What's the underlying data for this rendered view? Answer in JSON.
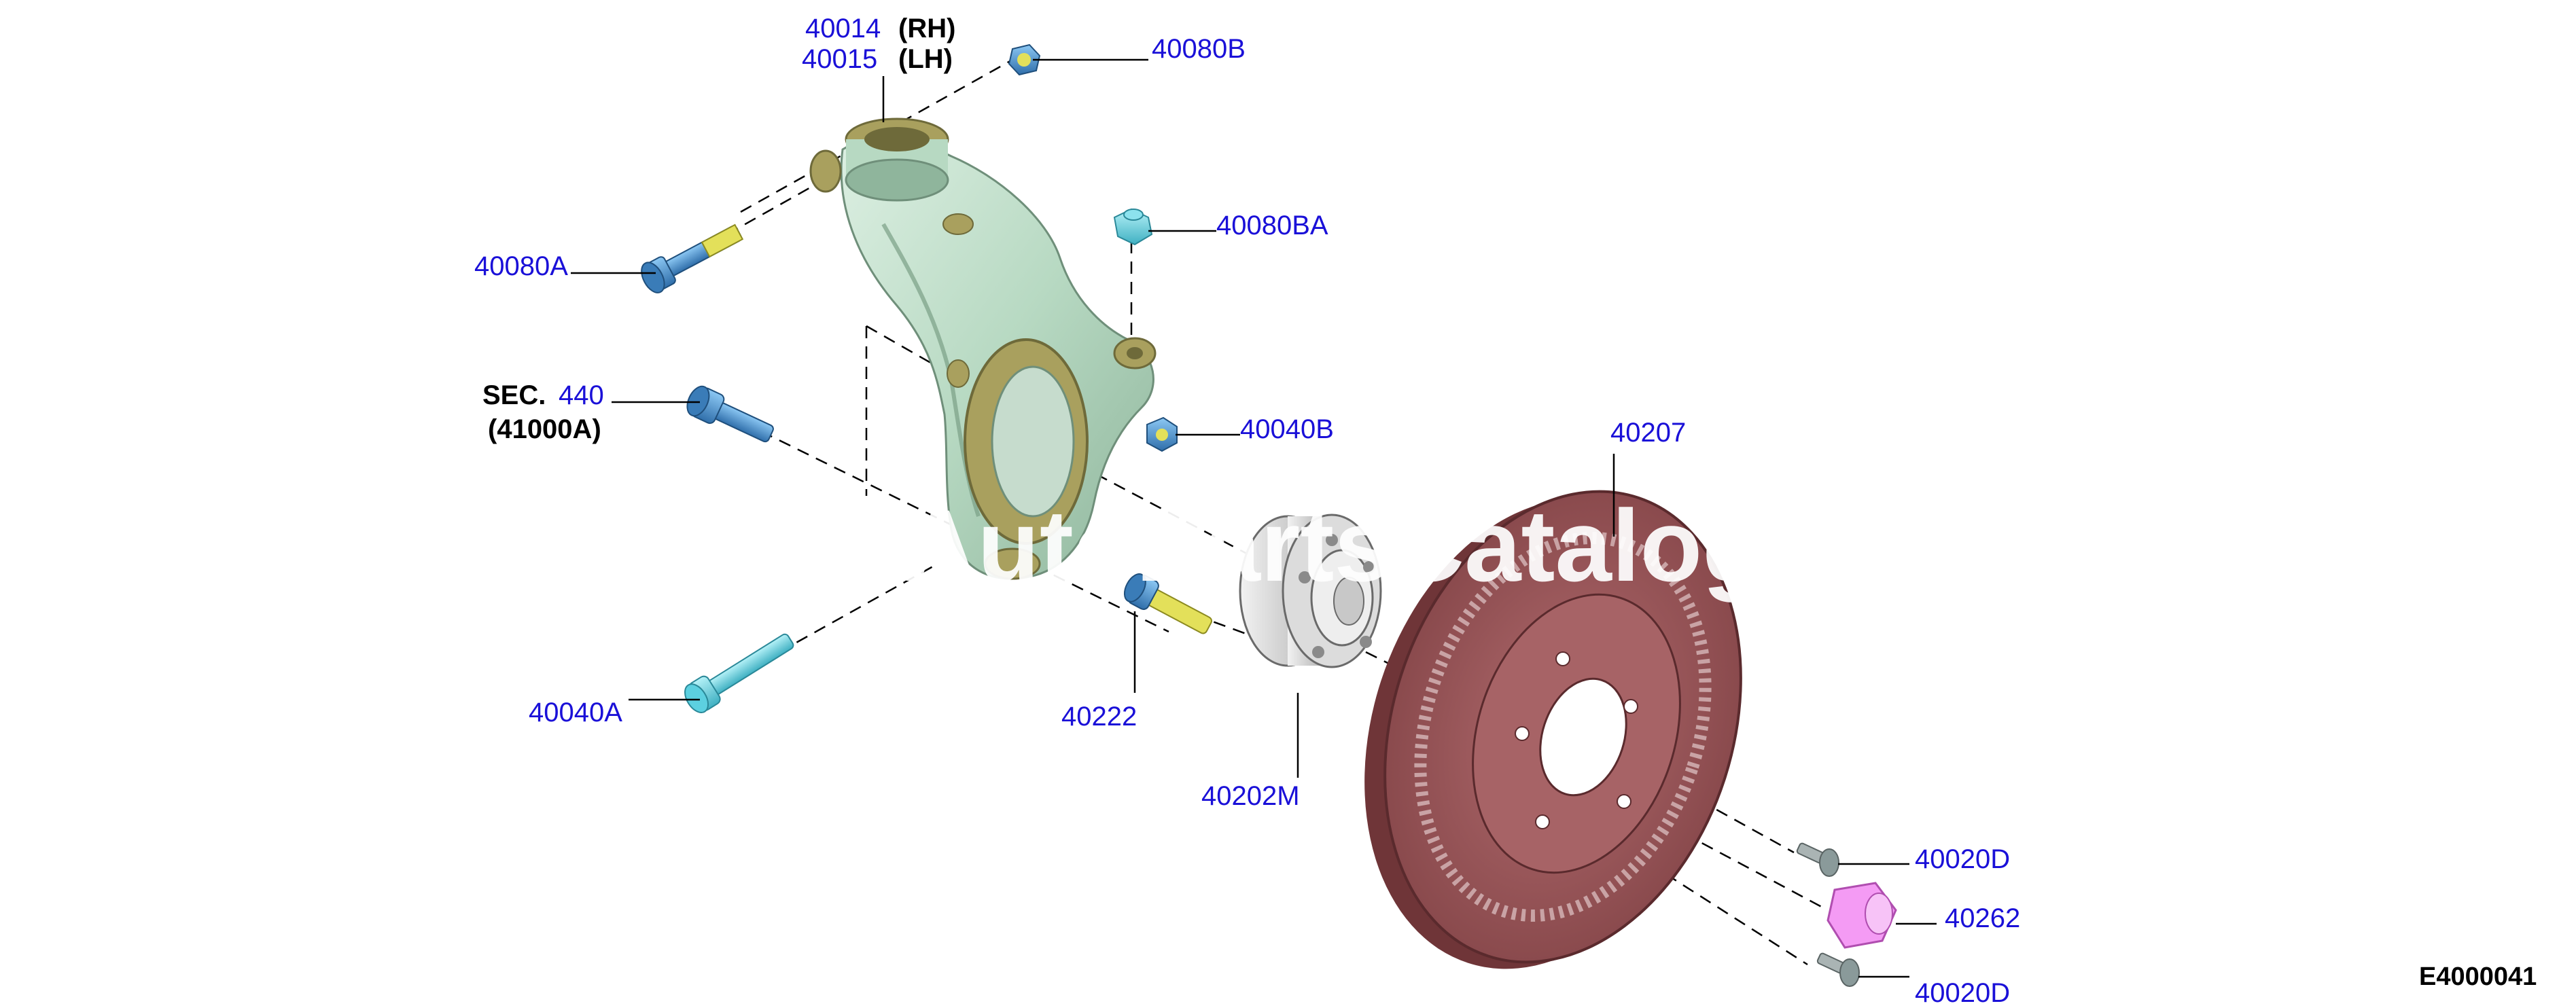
{
  "watermark": "AutoPartsCatalogs",
  "figure_ref": "E4000041",
  "labels": {
    "l_40014": "40014",
    "l_rh": "(RH)",
    "l_40015": "40015",
    "l_lh": "(LH)",
    "l_40080B": "40080B",
    "l_40080BA": "40080BA",
    "l_40080A": "40080A",
    "l_sec": "SEC.",
    "l_440": "440",
    "l_41000A": "(41000A)",
    "l_40040B": "40040B",
    "l_40207": "40207",
    "l_40222": "40222",
    "l_40040A": "40040A",
    "l_40202M": "40202M",
    "l_40020D_top": "40020D",
    "l_40262": "40262",
    "l_40020D_bottom": "40020D"
  },
  "colors": {
    "callout": "#1a10d8",
    "knuckle": "#b7d9c2",
    "knuckle_shadow": "#8fb59c",
    "knuckle_bronze": "#a9a05e",
    "bolt_blue": "#4a96d8",
    "bolt_cyan": "#5cd0e0",
    "bolt_yellow": "#e3e05a",
    "rotor": "#9b5558",
    "rotor_dark": "#6f3538",
    "hub": "#d9d9d9",
    "nut_grey": "#8a9a9a",
    "clip_pink": "#f49bf4"
  }
}
